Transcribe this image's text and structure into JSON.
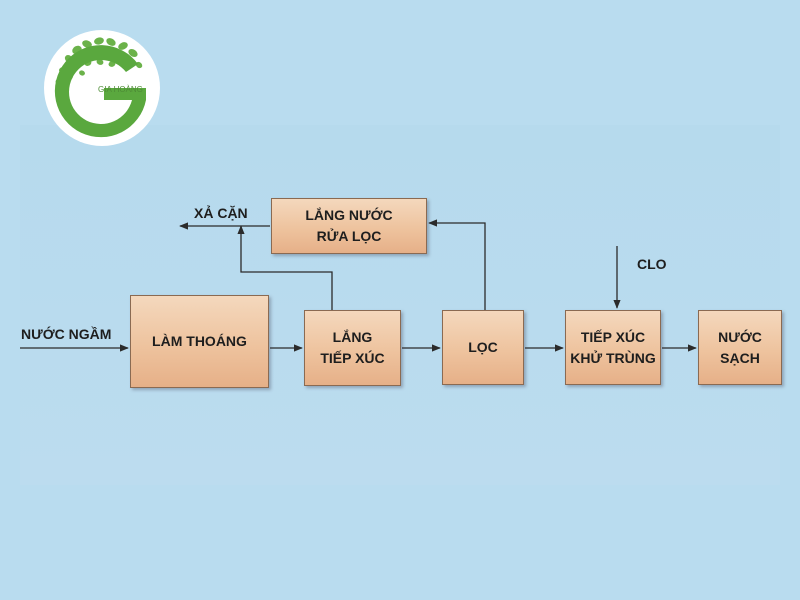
{
  "logo": {
    "name": "GIA HOÀNG"
  },
  "nodes": {
    "input": "NƯỚC NGẦM",
    "aeration": "LÀM THOÁNG",
    "settle_line1": "LẮNG",
    "settle_line2": "TIẾP XÚC",
    "filter": "LỌC",
    "disinfect_line1": "TIẾP XÚC",
    "disinfect_line2": "KHỬ TRÙNG",
    "clean_line1": "NƯỚC",
    "clean_line2": "SẠCH",
    "backwash_line1": "LẮNG NƯỚC",
    "backwash_line2": "RỬA LỌC",
    "sludge": "XẢ CẶN",
    "chlorine": "CLO"
  },
  "colors": {
    "background": "#b9dcef",
    "box_fill": "#eec39e",
    "logo_green": "#5aa83e"
  }
}
